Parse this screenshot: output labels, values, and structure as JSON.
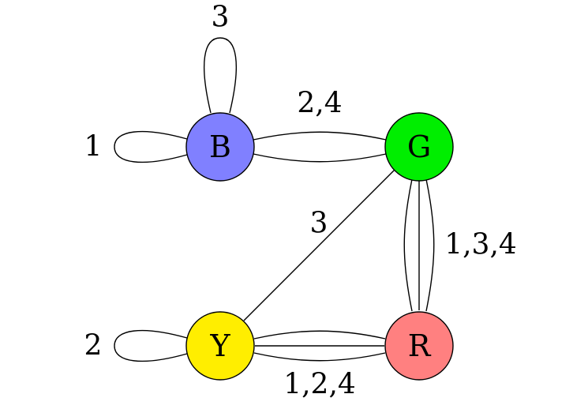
{
  "nodes": {
    "B": {
      "label": "B",
      "color": "#8080ff"
    },
    "G": {
      "label": "G",
      "color": "#00ee00"
    },
    "Y": {
      "label": "Y",
      "color": "#ffee00"
    },
    "R": {
      "label": "R",
      "color": "#ff8080"
    }
  },
  "edge_labels": {
    "b_loop_top": "3",
    "b_loop_left": "1",
    "b_g": "2,4",
    "g_y": "3",
    "g_r": "1,3,4",
    "y_loop_left": "2",
    "y_r": "1,2,4"
  }
}
